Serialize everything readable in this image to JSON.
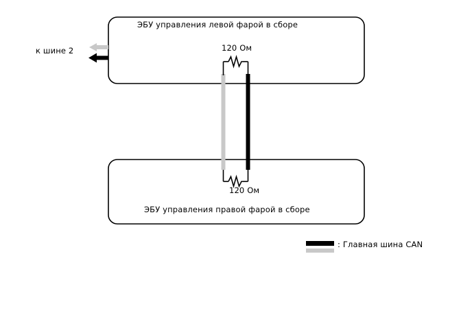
{
  "diagram": {
    "title_ecu_left": "ЭБУ управления левой фарой в сборе",
    "title_ecu_right": "ЭБУ управления правой фарой в сборе",
    "bus_connection_label": "к шине 2",
    "resistor_top_value": "120 Ом",
    "resistor_bottom_value": "120 Ом",
    "legend_label": ": Главная шина CAN",
    "colors": {
      "can_high_wire": "#000000",
      "can_low_wire": "#c8c8c8",
      "box_border": "#000000",
      "background": "#ffffff"
    },
    "icons": {
      "arrow_can_low": "arrow-left-gray-icon",
      "arrow_can_high": "arrow-left-black-icon",
      "resistor_top": "resistor-zigzag-icon",
      "resistor_bottom": "resistor-zigzag-icon"
    }
  }
}
